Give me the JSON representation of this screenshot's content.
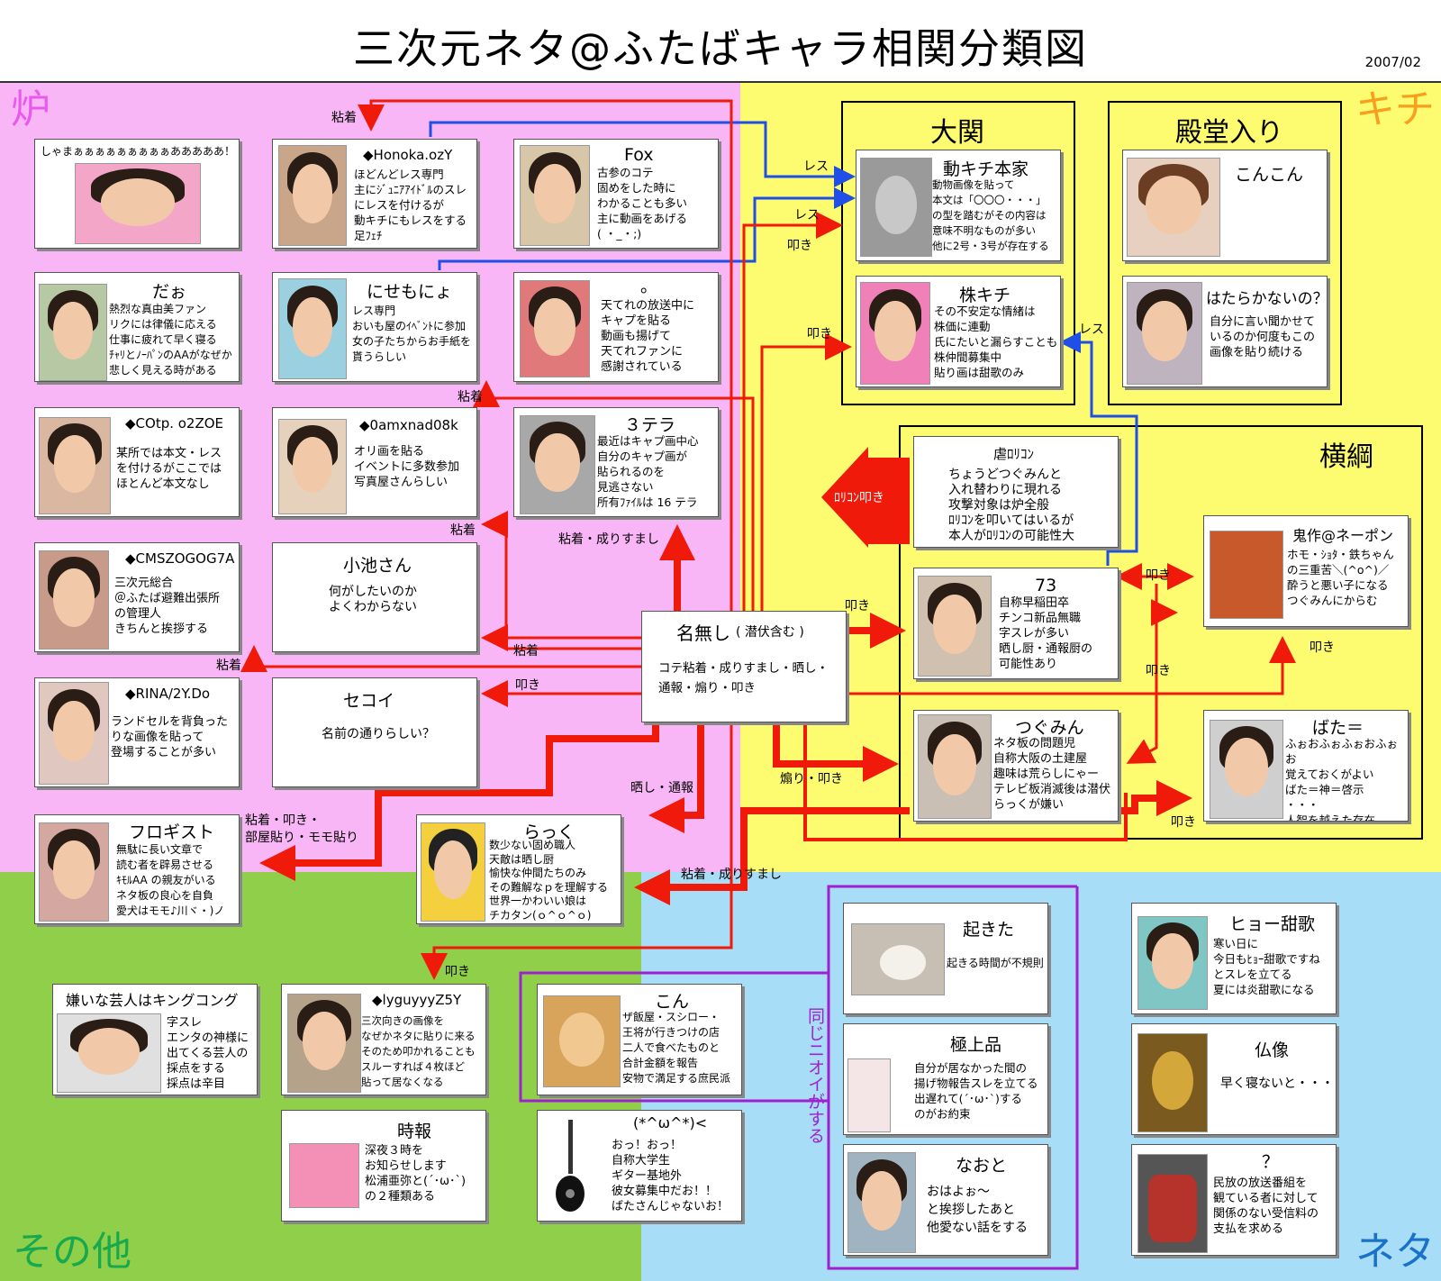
{
  "title": "三次元ネタ@ふたばキャラ相関分類図",
  "date": "2007/02",
  "zones": {
    "ro": "炉",
    "kichi": "キチ",
    "sonota": "その他",
    "neta": "ネタ"
  },
  "frames": {
    "ozeki": "大関",
    "dendou": "殿堂入り",
    "yokozuna": "横綱"
  },
  "cards": {
    "shamaa": {
      "name": "しゃまぁぁぁぁぁぁぁぁぁあああああ！",
      "desc": ""
    },
    "honoka": {
      "name": "◆Honoka.ozY",
      "desc": "ほどんどレス専門\n主にｼﾞｭﾆｱｱｲﾄﾞﾙのスレ\nにレスを付けるが\n動キチにもレスをする\n足ﾌｪﾁ"
    },
    "fox": {
      "name": "Fox",
      "desc": "古参のコテ\n固めをした時に\nわかることも多い\n主に動画をあげる\n( ・_・;)"
    },
    "dao": {
      "name": "だぉ",
      "desc": "熱烈な真由美ファン\nリクには律儀に応える\n仕事に疲れて早く寝る\nﾁｬﾘとﾉｰﾊﾟﾝのAAがなぜか\n悲しく見える時がある"
    },
    "nisemonyo": {
      "name": "にせもにょ",
      "desc": "レス専門\nおいも屋のｲﾍﾞﾝﾄに参加\n女の子たちからお手紙を\n貰うらしい"
    },
    "maru": {
      "name": "。",
      "desc": "天てれの放送中に\nキャプを貼る\n動画も揚げて\n天てれファンに\n感謝されている"
    },
    "cotp": {
      "name": "◆COtp. o2ZOE",
      "desc": "某所では本文・レス\nを付けるがここでは\nほとんど本文なし"
    },
    "oamx": {
      "name": "◆0amxnad08k",
      "desc": "オリ画を貼る\nイベントに多数参加\n写真屋さんらしい"
    },
    "mitera": {
      "name": "３テラ",
      "desc": "最近はキャプ画中心\n自分のキャプ画が\n貼られるのを\n見逃さない\n所有ﾌｧｲﾙは 16 テラ"
    },
    "cmsz": {
      "name": "◆CMSZOGOG7A",
      "desc": "三次元総合\n＠ふたば避難出張所\nの管理人\nきちんと挨拶する"
    },
    "koike": {
      "name": "小池さん",
      "desc": "何がしたいのか\nよくわからない"
    },
    "rina": {
      "name": "◆RINA/2Y.Do",
      "desc": "ランドセルを背負った\nりな画像を貼って\n登場することが多い"
    },
    "sekoi": {
      "name": "セコイ",
      "desc": "名前の通りらしい？"
    },
    "frogist": {
      "name": "フロギスト",
      "desc": "無駄に長い文章で\n読む者を辟易させる\nｷﾓﾙAA の親友がいる\nネタ板の良心を自負\n愛犬はモモ♪川ヾ・)ノ"
    },
    "rakku": {
      "name": "らっく",
      "desc": "数少ない固め職人\n天敵は晒し厨\n愉快な仲間たちのみ\nその難解なｐを理解する\n世界一かわいい娘は\nチカタン(ｏ^ｏ^ｏ)"
    },
    "nanashi": {
      "name": "名無し",
      "sub": "( 潜伏含む )",
      "desc": "コテ粘着・成りすまし・晒し・\n通報・煽り・叩き"
    },
    "doukichi": {
      "name": "動キチ本家",
      "desc": "動物画像を貼って\n本文は「〇〇〇・・・」\nの型を踏むがその内容は\n意味不明なものが多い\n他に2号・3号が存在する"
    },
    "kabukichi": {
      "name": "株キチ",
      "desc": "その不安定な情緒は\n株価に連動\n氏にたいと漏らすことも\n株仲間募集中\n貼り画は甜歌のみ"
    },
    "konkon": {
      "name": "こんこん",
      "desc": ""
    },
    "hatarakanai": {
      "name": "はたらかないの？",
      "desc": "自分に言い聞かせて\nいるのか何度もこの\n画像を貼り続ける"
    },
    "gyakurori": {
      "name": "虐ﾛﾘｺﾝ",
      "desc": "ちょうどつぐみんと\n入れ替わりに現れる\n攻撃対象は炉全般\nﾛﾘｺﾝを叩いてはいるが\n本人がﾛﾘｺﾝの可能性大"
    },
    "kisaku": {
      "name": "鬼作@ネーポン",
      "desc": "ホモ・ｼｮﾀ・鉄ちゃん\nの三重苦＼(^o^)／\n酔うと悪い子になる\nつぐみんにからむ"
    },
    "n73": {
      "name": "73",
      "desc": "自称早稲田卒\nチンコ新品無職\n字スレが多い\n晒し厨・通報厨の\n可能性あり"
    },
    "tsugumin": {
      "name": "つぐみん",
      "desc": "ネタ板の問題児\n自称大阪の土建屋\n趣味は荒らしにゃー\nテレビ板消滅後は潜伏\nらっくが嫌い"
    },
    "bata": {
      "name": "ばた＝",
      "desc": "ふぉおふぉふぉおふぉお\n覚えておくがよい\nばた＝神＝啓示\n・・・\n人智を越えた存在"
    },
    "kirai": {
      "name": "嫌いな芸人はキングコング",
      "desc": "字スレ\nエンタの神様に\n出てくる芸人の\n採点をする\n採点は辛目"
    },
    "lyguy": {
      "name": "◆lyguyyyZ5Y",
      "desc": "三次向きの画像を\nなぜかネタに貼りに来る\nそのため叩かれることも\nスルーすれば４枚ほど\n貼って居なくなる"
    },
    "kon": {
      "name": "こん",
      "desc": "ザ飯屋・スシロー・\n王将が行きつけの店\n二人で食べたものと\n合計金額を報告\n安物で満足する庶民派"
    },
    "jihou": {
      "name": "時報",
      "desc": "深夜３時を\nお知らせします\n松浦亜弥と(´･ω･`)\nの２種類ある"
    },
    "guitar": {
      "name": "(*^ω^*)<",
      "desc": "おっ！おっ！\n自称大学生\nギター基地外\n彼女募集中だお！！\nばたさんじゃないお！"
    },
    "okita": {
      "name": "起きた",
      "desc": "起きる時間が不規則"
    },
    "gokujou": {
      "name": "極上品",
      "desc": "自分が居なかった間の\n揚げ物報告スレを立てる\n出遅れて(´･ω･`)する\nのがお約束"
    },
    "naoto": {
      "name": "なおと",
      "desc": "おはよぉ～\nと挨拶したあと\n他愛ない話をする"
    },
    "hyoo": {
      "name": "ヒョー甜歌",
      "desc": "寒い日に\n今日もﾋｮｰ甜歌ですね\nとスレを立てる\n夏には炎甜歌になる"
    },
    "butsuzou": {
      "name": "仏像",
      "desc": "早く寝ないと・・・"
    },
    "question": {
      "name": "？",
      "desc": "民放の放送番組を\n観ている者に対して\n関係のない受信料の\n支払を求める"
    }
  },
  "arrow_labels": {
    "nenchaku1": "粘着",
    "res1": "レス",
    "res2": "レス",
    "tataki1": "叩き",
    "tataki2": "叩き",
    "res3": "レス",
    "nenchaku2": "粘着",
    "nenchaku3": "粘着",
    "lorikon": "ﾛﾘｺﾝ叩き",
    "nari1": "粘着・成りすまし",
    "nenchaku4": "粘着",
    "nenchaku5": "粘着",
    "tataki3": "叩き",
    "tataki4": "叩き",
    "tataki5": "叩き",
    "tataki6": "叩き",
    "tataki7": "叩き",
    "sarashi": "晒し・通報",
    "aori": "煽り・叩き",
    "frogi": "粘着・叩き・\n部屋貼り・モモ貼り",
    "nari2": "粘着・成りすまし",
    "tataki8": "叩き",
    "tataki9": "叩き",
    "onaji": "同じニオイがする"
  },
  "colors": {
    "ro": "#f9b6f6",
    "kichi": "#fdfb6f",
    "sonota": "#8fcf4a",
    "neta": "#a8ddf7",
    "arrow_red": "#f01a0a",
    "arrow_blue": "#1f4fe6",
    "purple": "#a020d0"
  }
}
